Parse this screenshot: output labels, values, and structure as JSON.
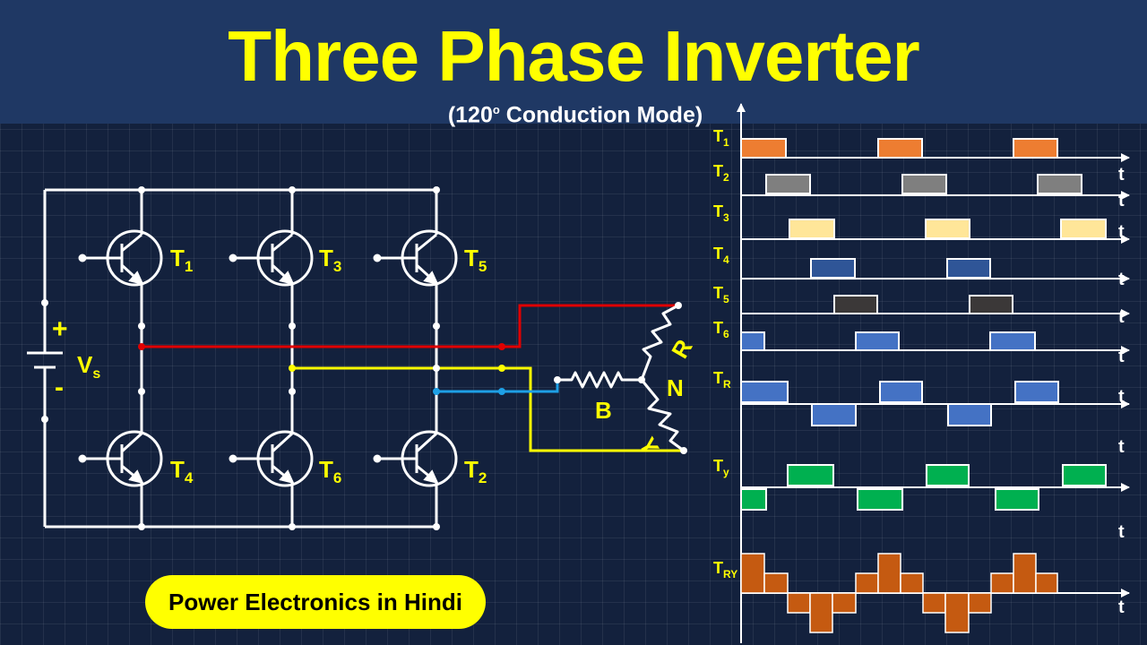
{
  "header": {
    "title": "Three Phase Inverter",
    "subtitle_prefix": "(120",
    "subtitle_degree": "o",
    "subtitle_suffix": " Conduction Mode)"
  },
  "circuit": {
    "transistors": [
      {
        "label": "T",
        "sub": "1"
      },
      {
        "label": "T",
        "sub": "3"
      },
      {
        "label": "T",
        "sub": "5"
      },
      {
        "label": "T",
        "sub": "4"
      },
      {
        "label": "T",
        "sub": "6"
      },
      {
        "label": "T",
        "sub": "2"
      }
    ],
    "source": {
      "plus": "+",
      "minus": "-",
      "label": "V",
      "sub": "s"
    },
    "load": {
      "r": "R",
      "y": "Y",
      "b": "B",
      "n": "N"
    },
    "colors": {
      "wire": "#ffffff",
      "r_phase": "#e00000",
      "y_phase": "#ffff00",
      "b_phase": "#1ea0e6"
    }
  },
  "waveforms": {
    "time_label": "t",
    "rows": [
      {
        "label": "T",
        "sub": "1",
        "color": "#ed7d31"
      },
      {
        "label": "T",
        "sub": "2",
        "color": "#7f7f7f"
      },
      {
        "label": "T",
        "sub": "3",
        "color": "#ffe699"
      },
      {
        "label": "T",
        "sub": "4",
        "color": "#2f5597"
      },
      {
        "label": "T",
        "sub": "5",
        "color": "#3b3838"
      },
      {
        "label": "T",
        "sub": "6",
        "color": "#4472c4"
      },
      {
        "label": "T",
        "sub": "R",
        "color": "#4472c4"
      },
      {
        "label": "T",
        "sub": "y",
        "color": "#00b050"
      },
      {
        "label": "T",
        "sub": "RY",
        "color": "#c55a11"
      }
    ]
  },
  "badge": {
    "text": "Power Electronics in Hindi"
  }
}
